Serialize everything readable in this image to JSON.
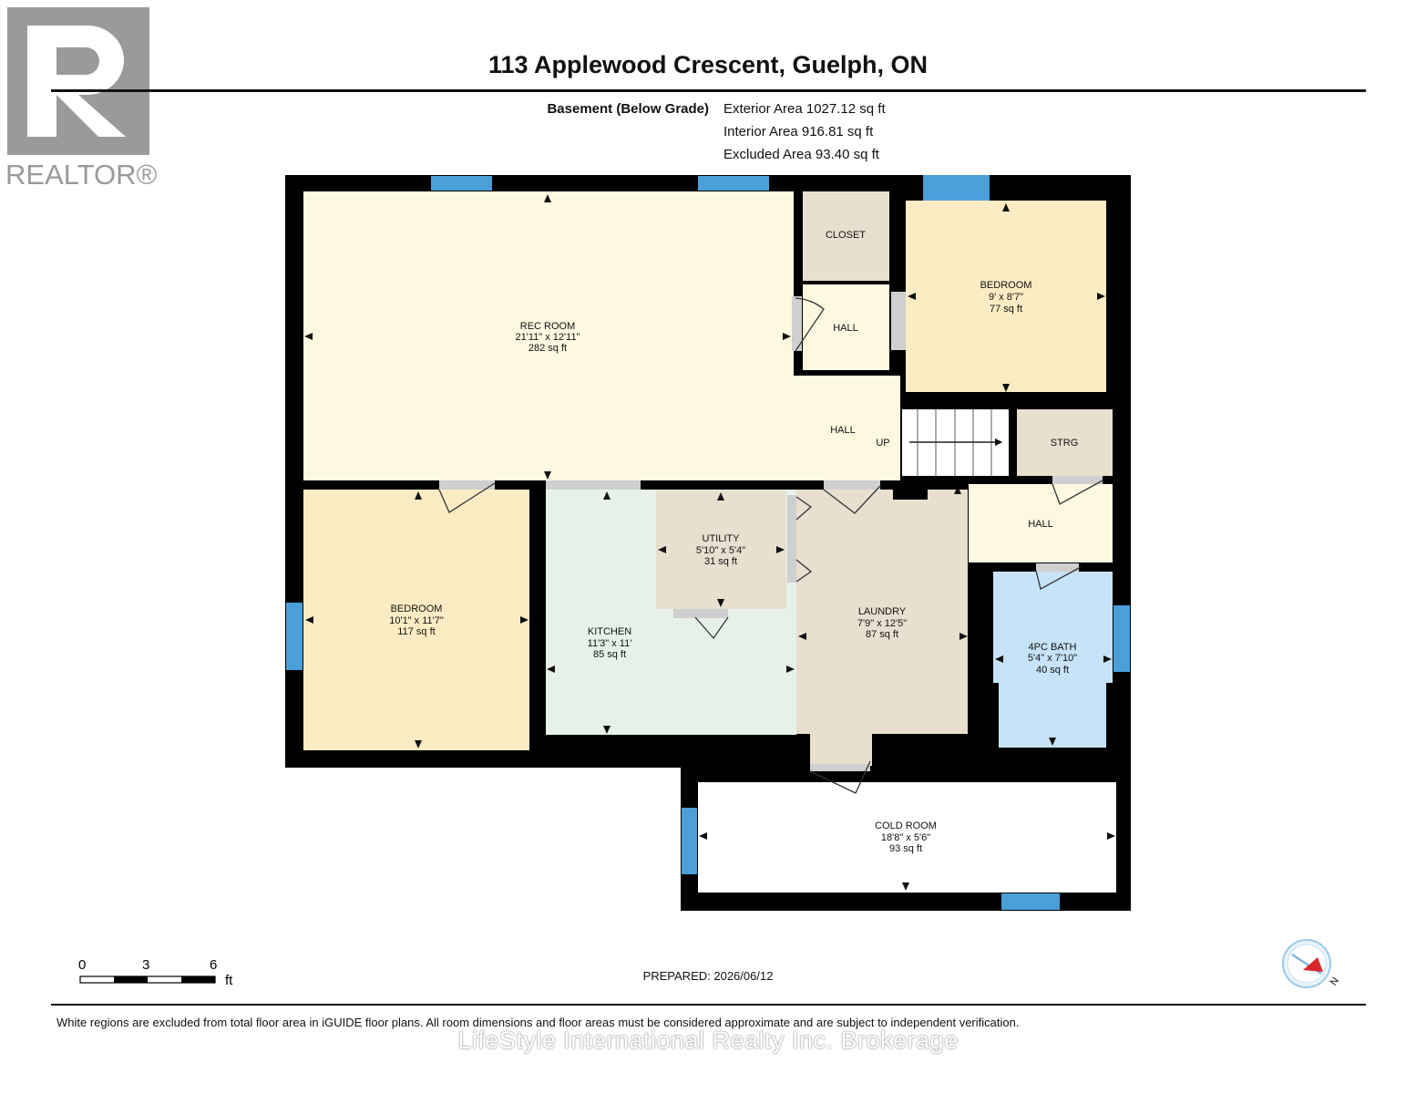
{
  "brand": {
    "name": "REALTOR®",
    "color": "#9a9a9a"
  },
  "title": "113 Applewood Crescent, Guelph, ON",
  "floor_label": "Basement (Below Grade)",
  "areas": [
    "Exterior Area 1027.12 sq ft",
    "Interior Area 916.81 sq ft",
    "Excluded Area 93.40 sq ft"
  ],
  "rooms": {
    "rec_room": {
      "name": "REC ROOM",
      "dims": "21'11\" x 12'11\"",
      "area": "282 sq ft",
      "color": "#fdf8e0"
    },
    "closet": {
      "name": "CLOSET",
      "color": "#e8dfcf"
    },
    "hall_upper": {
      "name": "HALL"
    },
    "bedroom_right": {
      "name": "BEDROOM",
      "dims": "9' x 8'7\"",
      "area": "77 sq ft",
      "color": "#fcecc4"
    },
    "hall_main": {
      "name": "HALL"
    },
    "stairs": {
      "label": "UP"
    },
    "storage": {
      "name": "STRG",
      "color": "#e8dfcf"
    },
    "hall_right": {
      "name": "HALL"
    },
    "bedroom_left": {
      "name": "BEDROOM",
      "dims": "10'1\" x 11'7\"",
      "area": "117 sq ft",
      "color": "#fcecc4"
    },
    "kitchen": {
      "name": "KITCHEN",
      "dims": "11'3\" x 11'",
      "area": "85 sq ft",
      "color": "#e6f2e9"
    },
    "utility": {
      "name": "UTILITY",
      "dims": "5'10\" x 5'4\"",
      "area": "31 sq ft",
      "color": "#e8dfcf"
    },
    "laundry": {
      "name": "LAUNDRY",
      "dims": "7'9\" x 12'5\"",
      "area": "87 sq ft",
      "color": "#e8dfcf"
    },
    "bath": {
      "name": "4PC BATH",
      "dims": "5'4\" x 7'10\"",
      "area": "40 sq ft",
      "color": "#c6e3f7"
    },
    "cold_room": {
      "name": "COLD ROOM",
      "dims": "18'8\" x 5'6\"",
      "area": "93 sq ft",
      "color": "#ffffff"
    }
  },
  "colors": {
    "wall": "#000000",
    "window": "#4a9fd8",
    "hall": "#fdf8e0"
  },
  "scale": {
    "ticks": [
      "0",
      "3",
      "6"
    ],
    "unit": "ft"
  },
  "compass": {
    "label": "N"
  },
  "prepared": "PREPARED: 2026/06/12",
  "disclaimer": "White regions are excluded from total floor area in iGUIDE floor plans. All room dimensions and floor areas must be considered approximate and are subject to independent verification.",
  "watermark": "LifeStyle International Realty Inc. Brokerage"
}
